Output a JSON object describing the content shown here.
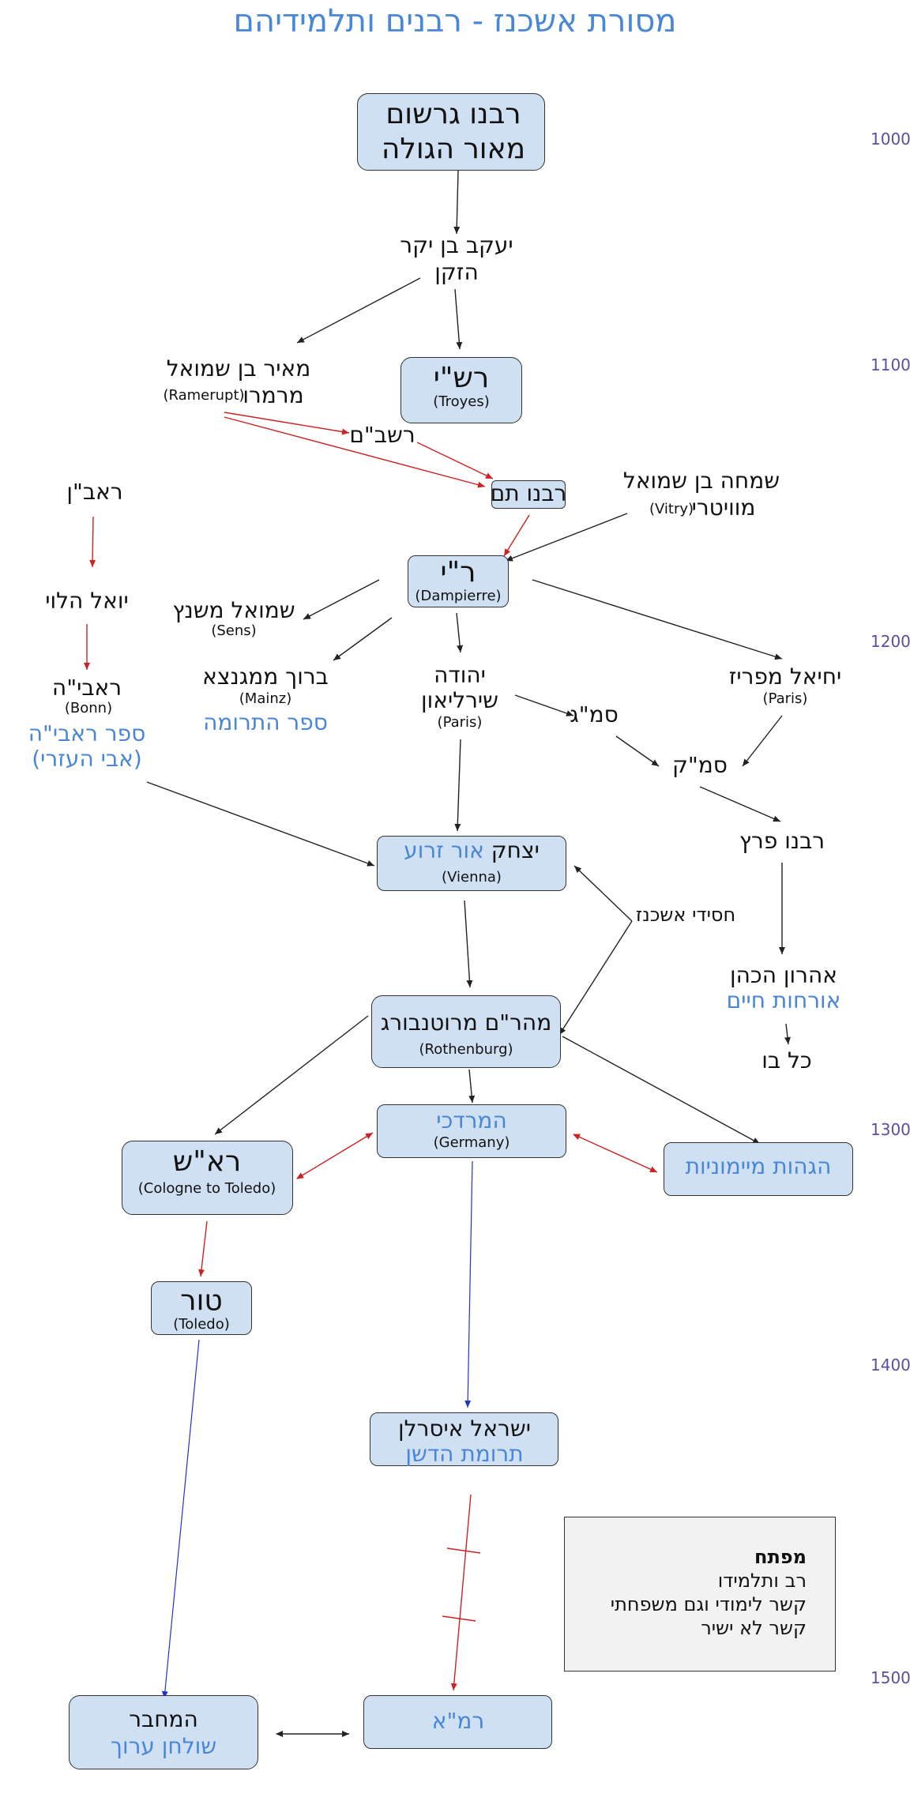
{
  "title": "מסורת אשכנז - רבנים ותלמידיהם",
  "years": [
    "1000",
    "1100",
    "1200",
    "1300",
    "1400",
    "1500"
  ],
  "nodes": {
    "gershom": {
      "line1": "רבנו גרשום",
      "line2": "מאור הגולה"
    },
    "yaakov": {
      "line1": "יעקב בן יקר",
      "line2": "הזקן"
    },
    "meir": {
      "line1": "מאיר בן שמואל",
      "line2": "מרמרו",
      "place": "(Ramerupt)"
    },
    "rashi": {
      "name": "רש\"י",
      "place": "(Troyes)"
    },
    "rashbam": {
      "name": "רשב\"ם"
    },
    "raavan": {
      "name": "ראב\"ן"
    },
    "rabbenu_tam": {
      "name": "רבנו תם"
    },
    "simcha": {
      "line1": "שמחה בן שמואל",
      "line2": "מוויטרי",
      "place": "(Vitry)"
    },
    "ri": {
      "name": "ר\"י",
      "place": "(Dampierre)"
    },
    "yoel": {
      "name": "יואל הלוי"
    },
    "shmuel_sens": {
      "name": "שמואל משנץ",
      "place": "(Sens)"
    },
    "raavyah": {
      "name": "ראבי\"ה",
      "place": "(Bonn)",
      "book1": "ספר ראבי\"ה",
      "book2": "(אבי העזרי)"
    },
    "baruch": {
      "name": "ברוך ממגנצא",
      "place": "(Mainz)",
      "book": "ספר התרומה"
    },
    "yehuda": {
      "line1": "יהודה",
      "line2": "שירליאון",
      "place": "(Paris)"
    },
    "semag": {
      "name": "סמ\"ג"
    },
    "yechiel": {
      "name": "יחיאל מפריז",
      "place": "(Paris)"
    },
    "semak": {
      "name": "סמ\"ק"
    },
    "peretz": {
      "name": "רבנו פרץ"
    },
    "or_zarua": {
      "name": "יצחק",
      "book": "אור זרוע",
      "place": "(Vienna)"
    },
    "chasidei": {
      "name": "חסידי אשכנז"
    },
    "aharon": {
      "name": "אהרון הכהן",
      "book": "אורחות חיים"
    },
    "kol_bo": {
      "name": "כל בו"
    },
    "maharam": {
      "name": "מהר\"ם מרוטנבורג",
      "place": "(Rothenburg)"
    },
    "rosh": {
      "name": "רא\"ש",
      "place": "(Cologne to Toledo)"
    },
    "mordechai": {
      "name": "המרדכי",
      "place": "(Germany)"
    },
    "hagahot": {
      "name": "הגהות מיימוניות"
    },
    "tur": {
      "name": "טור",
      "place": "(Toledo)"
    },
    "isserlein": {
      "name": "ישראל איסרלן",
      "book": "תרומת הדשן"
    },
    "mechaber": {
      "name": "המחבר",
      "book": "שולחן ערוך"
    },
    "rema": {
      "name": "רמ\"א"
    }
  },
  "legend": {
    "title": "מפתח",
    "item1": "רב ותלמידו",
    "item2": "קשר לימודי וגם משפחתי",
    "item3": "קשר לא ישיר"
  },
  "colors": {
    "black_edge": "#222222",
    "red_edge": "#cc2222",
    "blue_edge": "#2233cc",
    "accent": "#4a86d6",
    "box_fill": "#cfe0f3"
  }
}
